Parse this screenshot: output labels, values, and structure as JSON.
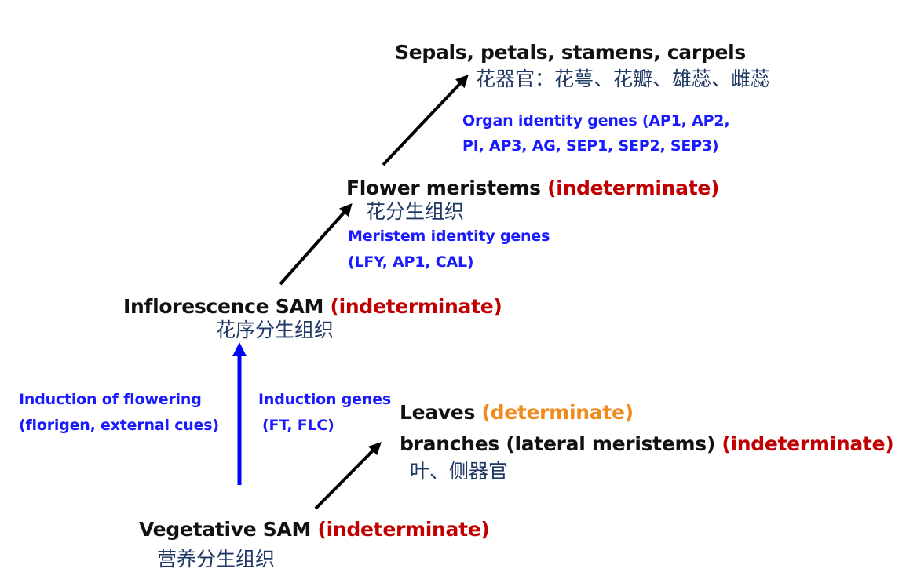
{
  "colors": {
    "main_text": "#111111",
    "chinese_text": "#1f3864",
    "gene_text": "#1a1aff",
    "indeterminate": "#c00000",
    "determinate": "#f08a1c",
    "black_arrow": "#000000",
    "blue_arrow": "#0000ff"
  },
  "organs": {
    "title": "Sepals, petals, stamens, carpels",
    "chinese": "花器官：花萼、花瓣、雄蕊、雌蕊"
  },
  "organ_genes": {
    "line1": "Organ identity genes (AP1, AP2,",
    "line2": "PI, AP3, AG, SEP1, SEP2, SEP3)"
  },
  "flower_meristem": {
    "title": "Flower meristems",
    "status": "(indeterminate)",
    "chinese": "花分生组织"
  },
  "meristem_genes": {
    "line1": "Meristem identity genes",
    "line2": "(LFY, AP1, CAL)"
  },
  "inflorescence": {
    "title": "Inflorescence SAM",
    "status": "(indeterminate)",
    "chinese": "花序分生组织"
  },
  "induction_flowering": {
    "line1": "Induction of flowering",
    "line2": "(florigen, external cues)"
  },
  "induction_genes": {
    "line1": "Induction genes",
    "line2": "(FT, FLC)"
  },
  "leaves": {
    "title": "Leaves",
    "status": "(determinate)"
  },
  "branches": {
    "title": "branches (lateral meristems)",
    "status": "(indeterminate)",
    "chinese": "叶、侧器官"
  },
  "vegetative": {
    "title": "Vegetative SAM",
    "status": "(indeterminate)",
    "chinese": "营养分生组织"
  }
}
